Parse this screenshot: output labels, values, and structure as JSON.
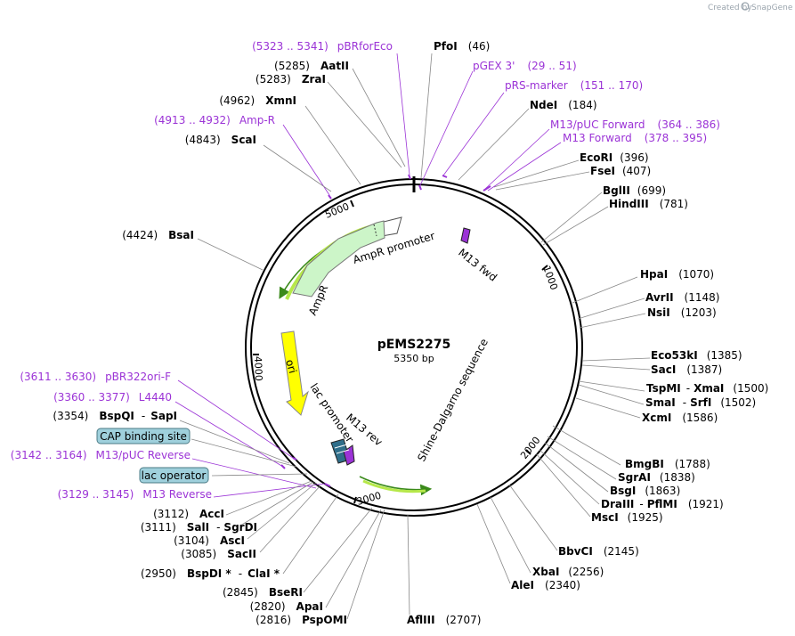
{
  "brand": {
    "prefix": "Created by",
    "name": "SnapGene"
  },
  "plasmid": {
    "name": "pEMS2275",
    "size": "5350 bp"
  },
  "ticks": [
    "1000",
    "2000",
    "3000",
    "4000",
    "5000"
  ],
  "features": {
    "ampr_promoter": "AmpR promoter",
    "ampr": "AmpR",
    "ori": "ori",
    "lac_promoter": "lac promoter",
    "m13_rev": "M13 rev",
    "m13_fwd": "M13 fwd",
    "shine_dalgarno": "Shine-Dalgarno sequence",
    "cap_binding_site": "CAP binding site",
    "lac_operator": "lac operator"
  },
  "primers": [
    {
      "range": "(5323 .. 5341)",
      "name": "pBRforEco"
    },
    {
      "name": "pGEX 3'",
      "range": "(29 .. 51)"
    },
    {
      "name": "pRS-marker",
      "range": "(151 .. 170)"
    },
    {
      "name": "M13/pUC Forward",
      "range": "(364 .. 386)"
    },
    {
      "name": "M13 Forward",
      "range": "(378 .. 395)"
    },
    {
      "range": "(4913 .. 4932)",
      "name": "Amp-R"
    },
    {
      "range": "(3611 .. 3630)",
      "name": "pBR322ori-F"
    },
    {
      "range": "(3360 .. 3377)",
      "name": "L4440"
    },
    {
      "range": "(3142 .. 3164)",
      "name": "M13/pUC Reverse"
    },
    {
      "range": "(3129 .. 3145)",
      "name": "M13 Reverse"
    }
  ],
  "enzymes_right": [
    {
      "name": "PfoI",
      "pos": "(46)"
    },
    {
      "name": "NdeI",
      "pos": "(184)"
    },
    {
      "name": "EcoRI",
      "pos": "(396)"
    },
    {
      "name": "FseI",
      "pos": "(407)"
    },
    {
      "name": "BglII",
      "pos": "(699)"
    },
    {
      "name": "HindIII",
      "pos": "(781)"
    },
    {
      "name": "HpaI",
      "pos": "(1070)"
    },
    {
      "name": "AvrII",
      "pos": "(1148)"
    },
    {
      "name": "NsiI",
      "pos": "(1203)"
    },
    {
      "name": "Eco53kI",
      "pos": "(1385)"
    },
    {
      "name": "SacI",
      "pos": "(1387)"
    },
    {
      "name": "TspMI",
      "sep": "-",
      "name2": "XmaI",
      "pos": "(1500)"
    },
    {
      "name": "SmaI",
      "sep": "-",
      "name2": "SrfI",
      "pos": "(1502)"
    },
    {
      "name": "XcmI",
      "pos": "(1586)"
    },
    {
      "name": "BmgBI",
      "pos": "(1788)"
    },
    {
      "name": "SgrAI",
      "pos": "(1838)"
    },
    {
      "name": "BsgI",
      "pos": "(1863)"
    },
    {
      "name": "DraIII",
      "sep": "-",
      "name2": "PflMI",
      "pos": "(1921)"
    },
    {
      "name": "MscI",
      "pos": "(1925)"
    },
    {
      "name": "BbvCI",
      "pos": "(2145)"
    },
    {
      "name": "XbaI",
      "pos": "(2256)"
    },
    {
      "name": "AleI",
      "pos": "(2340)"
    },
    {
      "name": "AflIII",
      "pos": "(2707)"
    }
  ],
  "enzymes_left": [
    {
      "pos": "(5285)",
      "name": "AatII"
    },
    {
      "pos": "(5283)",
      "name": "ZraI"
    },
    {
      "pos": "(4962)",
      "name": "XmnI"
    },
    {
      "pos": "(4843)",
      "name": "ScaI"
    },
    {
      "pos": "(4424)",
      "name": "BsaI"
    },
    {
      "pos": "(3354)",
      "name": "BspQI",
      "sep": "-",
      "name2": "SapI"
    },
    {
      "pos": "(3112)",
      "name": "AccI"
    },
    {
      "pos": "(3111)",
      "name": "SalI",
      "sep": "-",
      "name2": "SgrDI"
    },
    {
      "pos": "(3104)",
      "name": "AscI"
    },
    {
      "pos": "(3085)",
      "name": "SacII"
    },
    {
      "pos": "(2950)",
      "name": "BspDI *",
      "sep": "-",
      "name2": "ClaI *"
    },
    {
      "pos": "(2845)",
      "name": "BseRI"
    },
    {
      "pos": "(2820)",
      "name": "ApaI"
    },
    {
      "pos": "(2816)",
      "name": "PspOMI"
    }
  ],
  "colors": {
    "primer": "#9b33d6",
    "ampr": "#ccf5c8",
    "ori": "#ffff00",
    "box": "#9fd0dc",
    "lac": "#2f6e8a"
  }
}
